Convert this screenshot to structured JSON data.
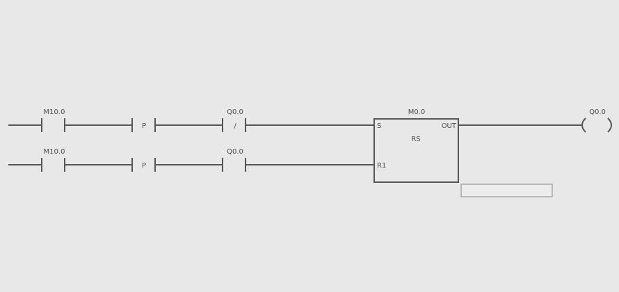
{
  "rung1": {
    "contact1": {
      "address": "M10.0"
    },
    "pulse1": {
      "symbol": "P"
    },
    "contact2": {
      "address": "Q0.0",
      "symbol": "/"
    }
  },
  "rung2": {
    "contact1": {
      "address": "M10.0"
    },
    "pulse1": {
      "symbol": "P"
    },
    "contact2": {
      "address": "Q0.0"
    }
  },
  "rs_block": {
    "address": "M0.0",
    "type": "RS",
    "pin_set": "S",
    "pin_reset": "R1",
    "pin_out": "OUT"
  },
  "output_coil": {
    "address": "Q0.0"
  },
  "comment_box": {
    "text": ""
  }
}
